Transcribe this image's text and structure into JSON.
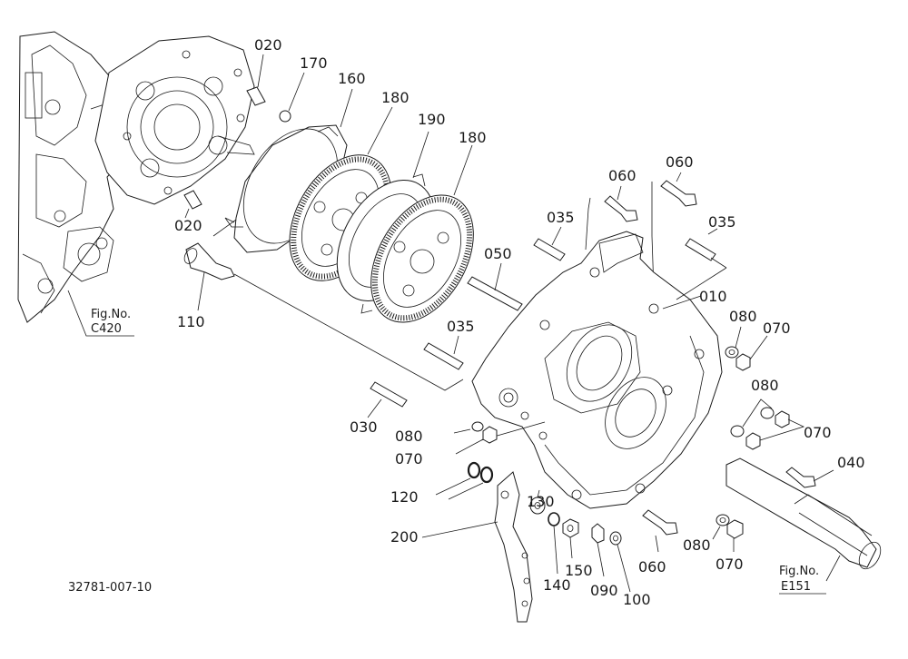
{
  "diagram": {
    "drawing_number": "32781-007-10",
    "references": [
      {
        "line1": "Fig.No.",
        "line2": "C420"
      },
      {
        "line1": "Fig.No.",
        "line2": "E151"
      }
    ],
    "callouts": {
      "p020a": "020",
      "p170": "170",
      "p160": "160",
      "p180a": "180",
      "p190": "190",
      "p180b": "180",
      "p060a": "060",
      "p060b": "060",
      "p020b": "020",
      "p035a": "035",
      "p035b": "035",
      "p050": "050",
      "p110": "110",
      "p010": "010",
      "p080a": "080",
      "p070a": "070",
      "p035c": "035",
      "p080b": "080",
      "p070b": "070",
      "p030": "030",
      "p080c": "080",
      "p070c": "070",
      "p040": "040",
      "p120": "120",
      "p130": "130",
      "p200": "200",
      "p140": "140",
      "p150": "150",
      "p090": "090",
      "p100": "100",
      "p060c": "060",
      "p080d": "080",
      "p070d": "070"
    }
  }
}
